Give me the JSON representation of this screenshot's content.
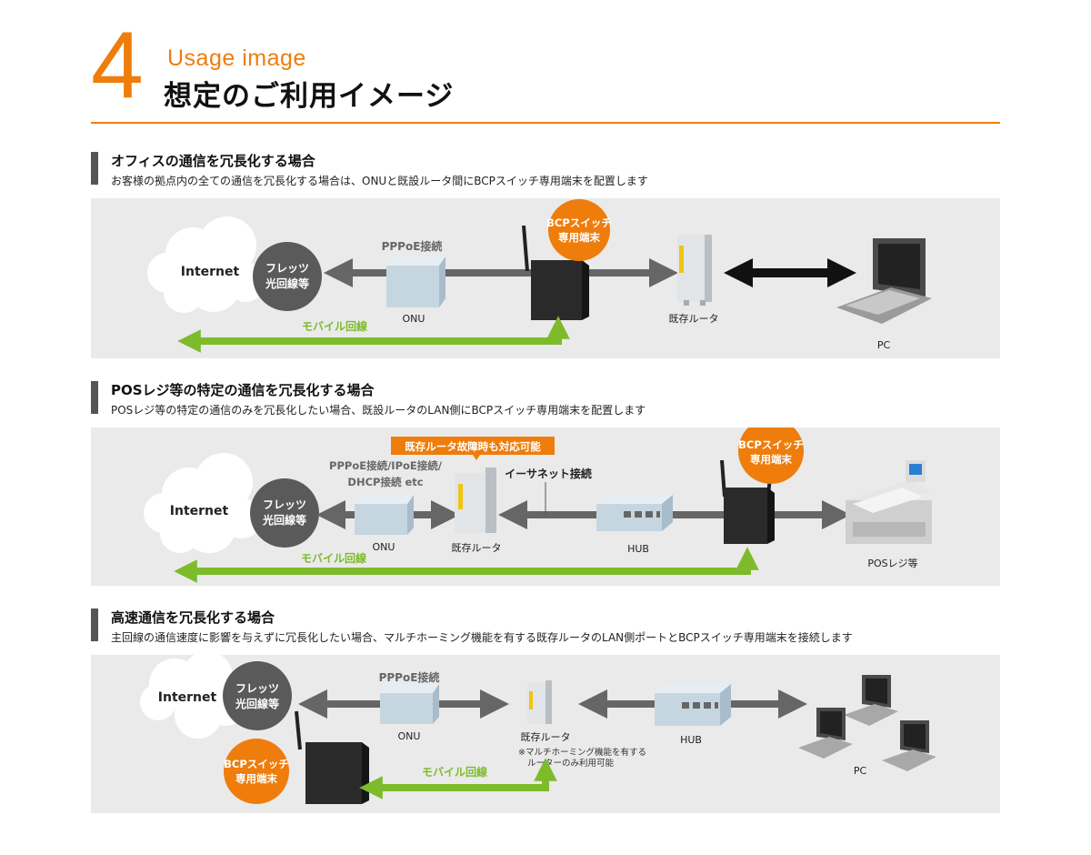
{
  "header": {
    "number": "4",
    "subtitle_en": "Usage image",
    "title_jp": "想定のご利用イメージ"
  },
  "sections": [
    {
      "title": "オフィスの通信を冗長化する場合",
      "description": "お客様の拠点内の全ての通信を冗長化する場合は、ONUと既設ルータ間にBCPスイッチ専用端末を配置します",
      "labels": {
        "internet": "Internet",
        "fiber_line1": "フレッツ",
        "fiber_line2": "光回線等",
        "protocol": "PPPoE接続",
        "onu": "ONU",
        "bcp_line1": "BCPスイッチ",
        "bcp_line2": "専用端末",
        "router": "既存ルータ",
        "pc": "PC",
        "mobile": "モバイル回線"
      }
    },
    {
      "title": "POSレジ等の特定の通信を冗長化する場合",
      "description": "POSレジ等の特定の通信のみを冗長化したい場合、既設ルータのLAN側にBCPスイッチ専用端末を配置します",
      "labels": {
        "internet": "Internet",
        "fiber_line1": "フレッツ",
        "fiber_line2": "光回線等",
        "protocol_line1": "PPPoE接続/IPoE接続/",
        "protocol_line2": "DHCP接続 etc",
        "onu": "ONU",
        "failure_badge": "既存ルータ故障時も対応可能",
        "router": "既存ルータ",
        "ethernet": "イーサネット接続",
        "hub": "HUB",
        "bcp_line1": "BCPスイッチ",
        "bcp_line2": "専用端末",
        "pos": "POSレジ等",
        "mobile": "モバイル回線"
      }
    },
    {
      "title": "高速通信を冗長化する場合",
      "description": "主回線の通信速度に影響を与えずに冗長化したい場合、マルチホーミング機能を有する既存ルータのLAN側ポートとBCPスイッチ専用端末を接続します",
      "labels": {
        "internet": "Internet",
        "fiber_line1": "フレッツ",
        "fiber_line2": "光回線等",
        "protocol": "PPPoE接続",
        "onu": "ONU",
        "router": "既存ルータ",
        "router_note1": "※マルチホーミング機能を有する",
        "router_note2": "ルーターのみ利用可能",
        "hub": "HUB",
        "pc": "PC",
        "bcp_line1": "BCPスイッチ",
        "bcp_line2": "専用端末",
        "mobile": "モバイル回線"
      }
    }
  ],
  "colors": {
    "accent": "#ee7d0c",
    "mobile_green": "#7dbb2a",
    "panel_bg": "#eaeaea",
    "link_gray": "#666666",
    "dark_circle": "#5a5a5a"
  }
}
